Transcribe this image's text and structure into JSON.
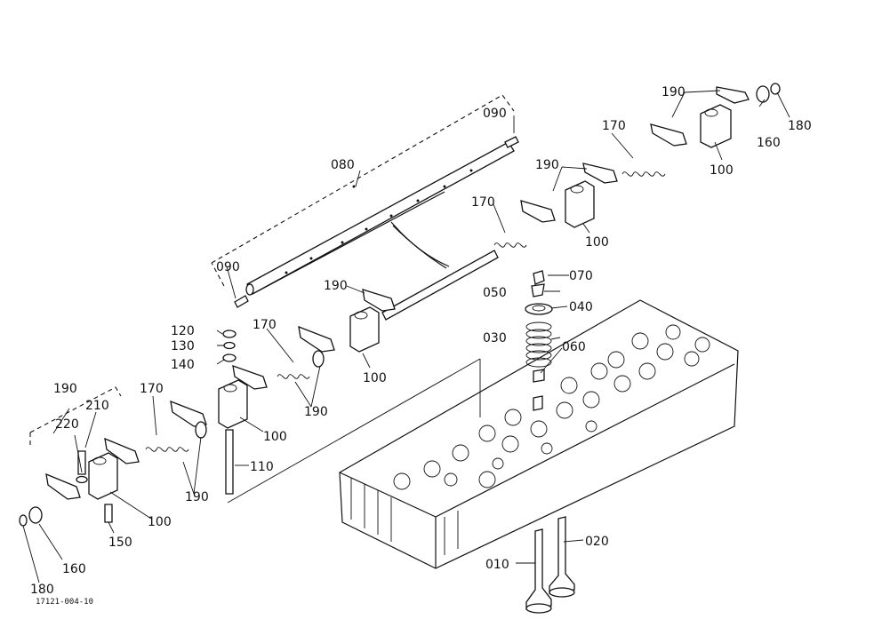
{
  "diagram": {
    "figure_number": "17121-004-10",
    "labels": {
      "l010": "010",
      "l020": "020",
      "l030": "030",
      "l040": "040",
      "l050": "050",
      "l060": "060",
      "l070": "070",
      "l080": "080",
      "l090a": "090",
      "l090b": "090",
      "l100a": "100",
      "l100b": "100",
      "l100c": "100",
      "l100d": "100",
      "l100e": "100",
      "l110": "110",
      "l120": "120",
      "l130": "130",
      "l140": "140",
      "l150": "150",
      "l160a": "160",
      "l160b": "160",
      "l170a": "170",
      "l170b": "170",
      "l170c": "170",
      "l170d": "170",
      "l180a": "180",
      "l180b": "180",
      "l190a": "190",
      "l190b": "190",
      "l190c": "190",
      "l190d": "190",
      "l190e": "190",
      "l190f": "190",
      "l210": "210",
      "l220": "220"
    },
    "colors": {
      "ink": "#111111",
      "paper": "#ffffff"
    }
  }
}
